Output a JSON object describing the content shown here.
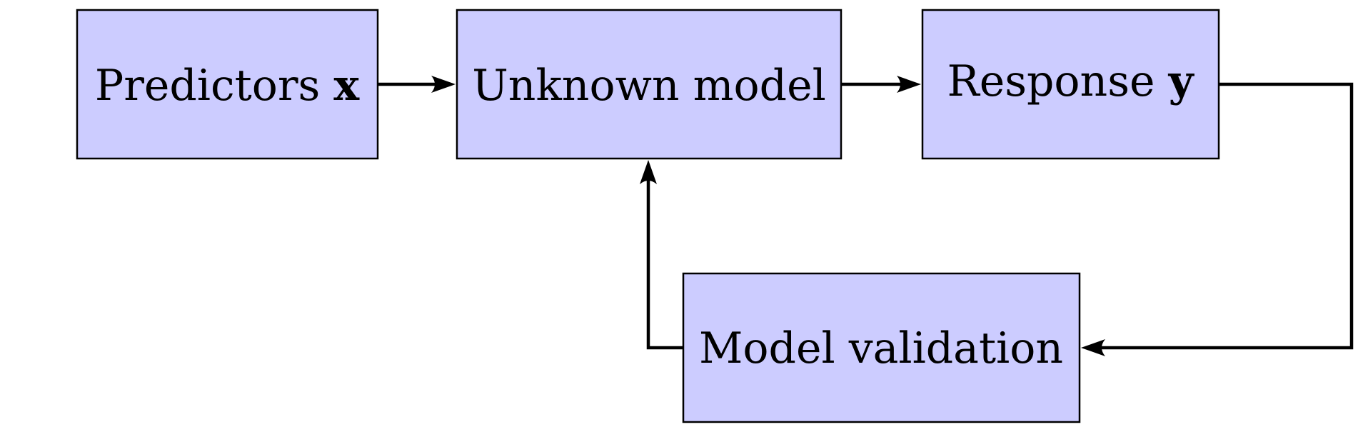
{
  "diagram": {
    "box_fill": "#ccccff",
    "line_color": "#000000",
    "nodes": {
      "predictors": {
        "label": "Predictors ",
        "symbol": "x"
      },
      "unknown_model": {
        "label": "Unknown model",
        "symbol": ""
      },
      "response": {
        "label": "Response ",
        "symbol": "y"
      },
      "model_validation": {
        "label": "Model validation",
        "symbol": ""
      }
    },
    "edges": [
      {
        "from": "predictors",
        "to": "unknown_model"
      },
      {
        "from": "unknown_model",
        "to": "response"
      },
      {
        "from": "response",
        "to": "model_validation"
      },
      {
        "from": "model_validation",
        "to": "unknown_model"
      }
    ]
  }
}
